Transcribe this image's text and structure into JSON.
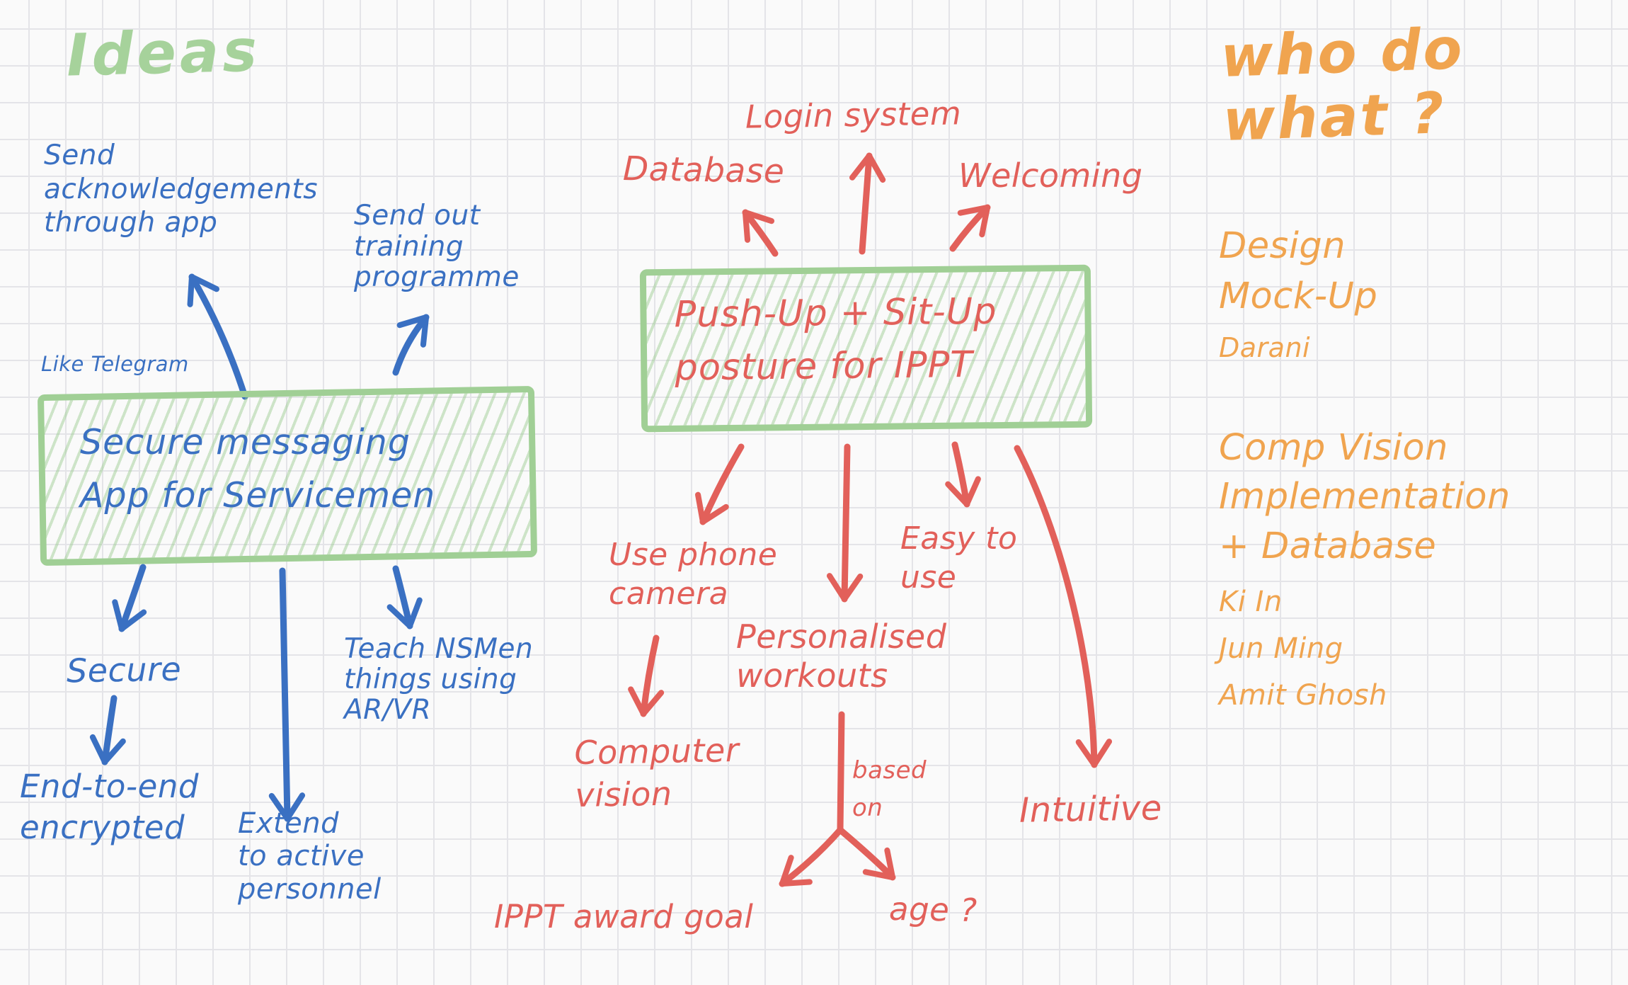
{
  "ideas": {
    "title": "Ideas",
    "messaging": {
      "box_label": "Secure messaging\nApp for Servicemen",
      "telegram_note": "Like Telegram",
      "ack_note": "Send\nacknowledgements\nthrough app",
      "training_note": "Send out\ntraining\nprogramme",
      "secure_note": "Secure",
      "e2e_note": "End-to-end\nencrypted",
      "extend_note": "Extend\nto active\npersonnel",
      "arvr_note": "Teach NSMen\nthings using\nAR/VR"
    },
    "ippt": {
      "box_label": "Push-Up + Sit-Up\nposture for IPPT",
      "database_note": "Database",
      "login_note": "Login system",
      "welcoming_note": "Welcoming",
      "camera_note": "Use phone\ncamera",
      "easy_note": "Easy to\nuse",
      "personalised_note": "Personalised\nworkouts",
      "computer_vision_note": "Computer\nvision",
      "based_on_label": "based\non",
      "award_note": "IPPT award goal",
      "age_note": "age ?",
      "intuitive_note": "Intuitive"
    }
  },
  "roles": {
    "title": "who do\nwhat ?",
    "sections": [
      {
        "heading": "Design\nMock-Up",
        "names": [
          "Darani"
        ]
      },
      {
        "heading": "Comp Vision\nImplementation\n+ Database",
        "names": [
          "Ki In",
          "Jun Ming",
          "Amit Ghosh"
        ]
      }
    ]
  },
  "colors": {
    "blue": "#3a70c2",
    "red": "#e2605a",
    "green_text": "#a6d29b",
    "green_border": "#a0cf95",
    "orange": "#f0a44f",
    "grid": "#e4e4e8",
    "paper": "#fafafa"
  }
}
